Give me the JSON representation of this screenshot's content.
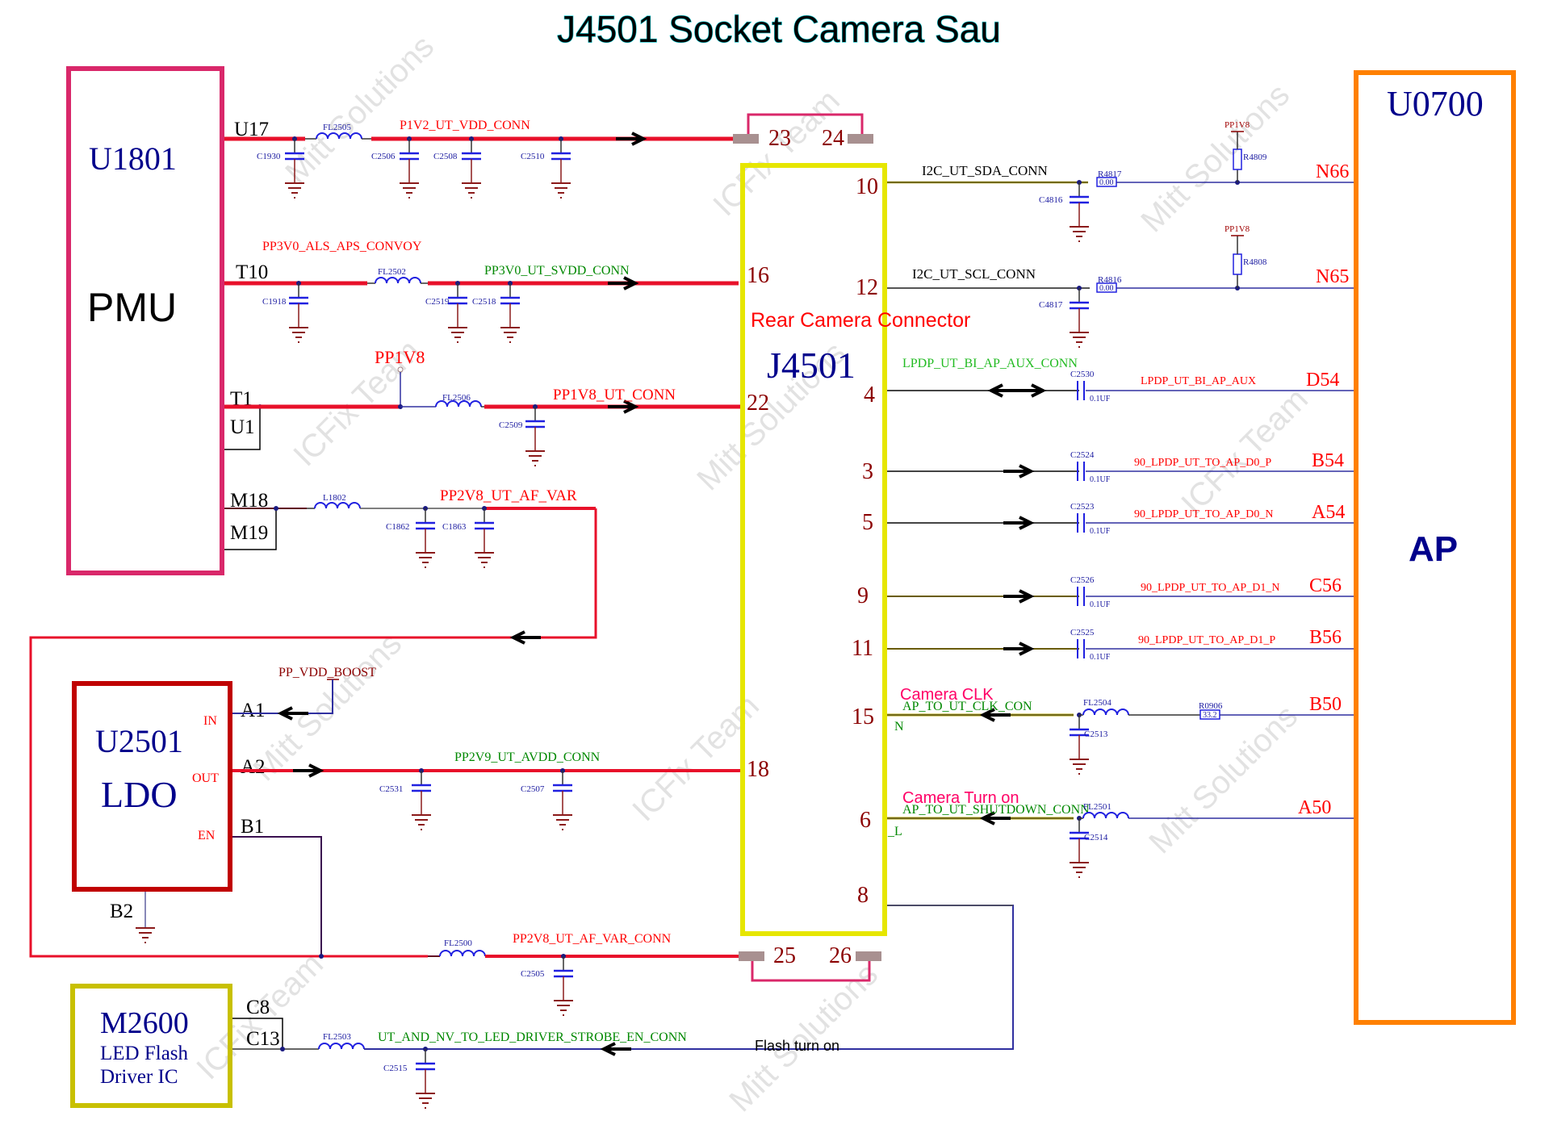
{
  "title": "J4501 Socket Camera Sau",
  "watermarks": [
    "Mitt Solutions",
    "ICFix Team"
  ],
  "blocks": {
    "pmu": {
      "ref": "U1801",
      "name": "PMU",
      "color": "#d9286a"
    },
    "connector": {
      "ref": "J4501",
      "name": "Rear Camera Connector",
      "color": "#e6e600"
    },
    "ap": {
      "ref": "U0700",
      "name": "AP",
      "color": "#ff8000"
    },
    "ldo": {
      "ref": "U2501",
      "name": "LDO",
      "color": "#c00000",
      "pins": {
        "in": "IN",
        "out": "OUT",
        "en": "EN"
      }
    },
    "led": {
      "ref": "M2600",
      "line1": "LED Flash",
      "line2": "Driver IC",
      "color": "#c8c000"
    }
  },
  "pmu_pins": {
    "u17": "U17",
    "t10": "T10",
    "t1": "T1",
    "u1": "U1",
    "m18": "M18",
    "m19": "M19"
  },
  "ldo_pins": {
    "a1": "A1",
    "a2": "A2",
    "b1": "B1",
    "b2": "B2"
  },
  "led_pins": {
    "c8": "C8",
    "c13": "C13"
  },
  "connector_pins": {
    "p23": "23",
    "p24": "24",
    "p25": "25",
    "p26": "26",
    "p16": "16",
    "p22": "22",
    "p18": "18",
    "p10": "10",
    "p12": "12",
    "p4": "4",
    "p3": "3",
    "p5": "5",
    "p9": "9",
    "p11": "11",
    "p15": "15",
    "p6": "6",
    "p8": "8"
  },
  "ap_pins": {
    "n66": "N66",
    "n65": "N65",
    "d54": "D54",
    "b54": "B54",
    "a54": "A54",
    "c56": "C56",
    "b56": "B56",
    "b50": "B50",
    "a50": "A50"
  },
  "nets": {
    "p1v2": "P1V2_UT_VDD_CONN",
    "pp3v0_als": "PP3V0_ALS_APS_CONVOY",
    "pp3v0_svdd": "PP3V0_UT_SVDD_CONN",
    "pp1v8": "PP1V8",
    "pp1v8_conn": "PP1V8_UT_CONN",
    "pp2v8_af": "PP2V8_UT_AF_VAR",
    "pp_vdd_boost": "PP_VDD_BOOST",
    "pp2v9": "PP2V9_UT_AVDD_CONN",
    "pp2v8_af_conn": "PP2V8_UT_AF_VAR_CONN",
    "strobe": "UT_AND_NV_TO_LED_DRIVER_STROBE_EN_CONN",
    "sda": "I2C_UT_SDA_CONN",
    "scl": "I2C_UT_SCL_CONN",
    "aux_conn": "LPDP_UT_BI_AP_AUX_CONN",
    "aux": "LPDP_UT_BI_AP_AUX",
    "d0p": "90_LPDP_UT_TO_AP_D0_P",
    "d0n": "90_LPDP_UT_TO_AP_D0_N",
    "d1n": "90_LPDP_UT_TO_AP_D1_N",
    "d1p": "90_LPDP_UT_TO_AP_D1_P",
    "clk_a": "AP_TO_UT_CLK_CON",
    "clk_b": "N",
    "shd_a": "AP_TO_UT_SHUTDOWN_CONN",
    "shd_b": "_L",
    "pp1v8_pullup": "PP1V8"
  },
  "annotations": {
    "camera_clk": "Camera CLK",
    "camera_on": "Camera Turn on",
    "flash_on": "Flash turn on"
  },
  "components": {
    "fl2505": "FL2505",
    "c1930": "C1930",
    "c2506": "C2506",
    "c2508": "C2508",
    "c2510": "C2510",
    "fl2502": "FL2502",
    "c1918": "C1918",
    "c2519": "C2519",
    "c2518": "C2518",
    "fl2506": "FL2506",
    "c2509": "C2509",
    "l1802": "L1802",
    "c1862": "C1862",
    "c1863": "C1863",
    "c2531": "C2531",
    "c2507": "C2507",
    "fl2500": "FL2500",
    "c2505": "C2505",
    "fl2503": "FL2503",
    "c2515": "C2515",
    "c4816": "C4816",
    "c4817": "C4817",
    "r4817": "R4817",
    "r4816": "R4816",
    "r4809": "R4809",
    "r4808": "R4808",
    "r4817_val": "0.00",
    "r4816_val": "0.00",
    "c2530": "C2530",
    "c2524": "C2524",
    "c2523": "C2523",
    "c2526": "C2526",
    "c2525": "C2525",
    "cap_val": "0.1UF",
    "fl2504": "FL2504",
    "r0906": "R0906",
    "r0906_val": "33.2",
    "c2513": "C2513",
    "fl2501": "FL2501",
    "c2514": "C2514"
  }
}
